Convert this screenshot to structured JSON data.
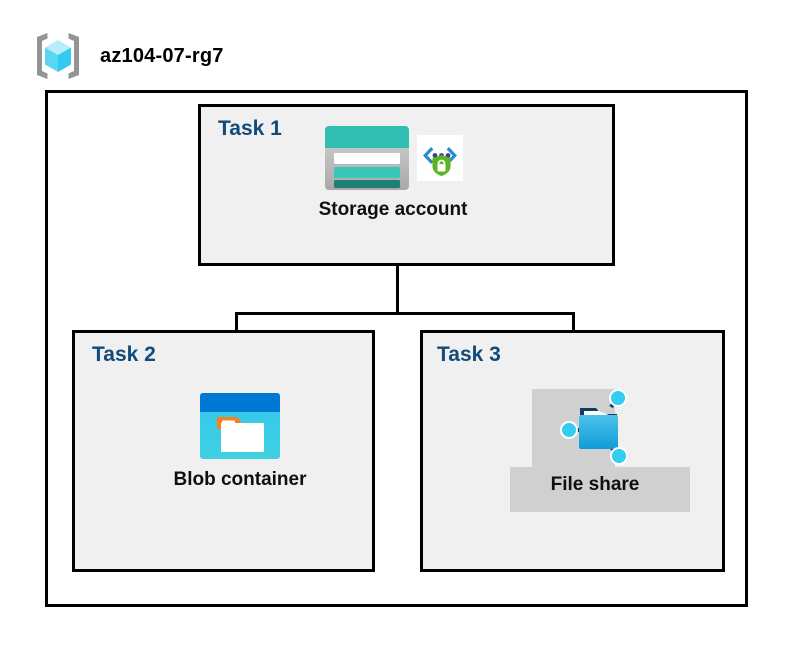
{
  "resource_group": {
    "name": "az104-07-rg7",
    "icon": "resource-group-icon"
  },
  "diagram": {
    "type": "azure-architecture-hierarchy",
    "tasks": [
      {
        "label": "Task 1",
        "node": {
          "caption": "Storage account",
          "icons": [
            "storage-account-icon",
            "secure-transfer-icon"
          ]
        }
      },
      {
        "label": "Task 2",
        "node": {
          "caption": "Blob container",
          "icons": [
            "blob-container-icon"
          ]
        }
      },
      {
        "label": "Task 3",
        "node": {
          "caption": "File share",
          "icons": [
            "file-share-icon"
          ],
          "selected": true
        }
      }
    ],
    "connections": [
      {
        "from": "Storage account",
        "to": "Blob container"
      },
      {
        "from": "Storage account",
        "to": "File share"
      }
    ]
  },
  "colors": {
    "task_label": "#114a7b",
    "box_border": "#000000",
    "task_fill": "#f0f0f0",
    "container_fill": "#ffffff",
    "selection_highlight": "#d0d0d0",
    "storage_teal": "#31bfb1",
    "blob_blue": "#0078d4",
    "blob_cyan": "#32c8f0",
    "shield_green": "#5bb522",
    "tag_orange": "#f7811e",
    "cube_cyan": "#5ad6f5"
  }
}
